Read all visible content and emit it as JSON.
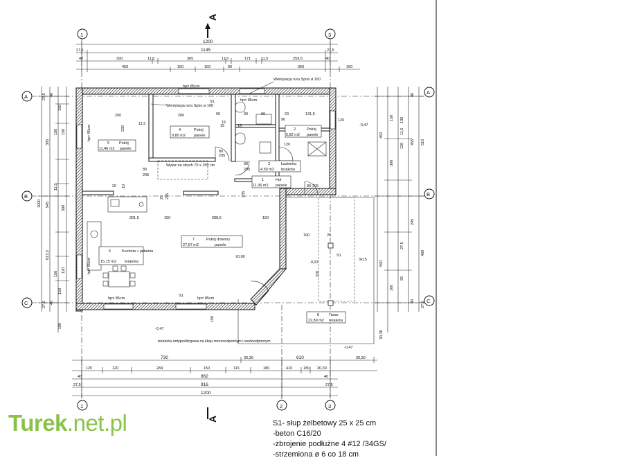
{
  "section_marker": "A",
  "axes": {
    "a": "A",
    "b": "B",
    "c": "C",
    "n1": "1",
    "n2": "2",
    "n3": "3"
  },
  "dims_top": {
    "row1": "1200",
    "row2": [
      "27,5",
      "1145",
      "27,5"
    ],
    "row3": [
      "40",
      "290",
      "11,5",
      "365",
      "11,5",
      "171",
      "11,5",
      "259,5",
      "40"
    ],
    "row4": [
      "450",
      "150",
      "160",
      "90",
      "350",
      "160"
    ]
  },
  "dims_bottom": {
    "row1": [
      "120",
      "120",
      "284",
      "150",
      "116",
      "180",
      "410",
      "180",
      "30,30"
    ],
    "row2": [
      "40",
      "862",
      "40"
    ],
    "row3": [
      "27,5",
      "916",
      "27,5"
    ],
    "row4": "1200",
    "mid": [
      "730",
      "30,30",
      "610",
      "30,30"
    ]
  },
  "dims_left": {
    "outer": "1000",
    "b1": [
      "395",
      "945",
      "613,5"
    ],
    "b2": [
      "150",
      "150",
      "11,5",
      "300",
      "120",
      "150"
    ],
    "small": [
      "27,5",
      "40",
      "110",
      "27,5",
      "40",
      "150",
      "180"
    ]
  },
  "dims_right": {
    "b1": [
      "450",
      "300",
      "150",
      "590",
      "160"
    ],
    "b2": [
      "510",
      "456",
      "245",
      "480",
      "130",
      "120"
    ],
    "small": [
      "27,5",
      "40",
      "11,5",
      "26",
      "40",
      "27,5",
      "30,30"
    ]
  },
  "rooms": [
    {
      "num": "5",
      "area": "11,46 m2",
      "name": "Pokój",
      "finish": "panele"
    },
    {
      "num": "4",
      "area": "9,80 m2",
      "name": "Pokój",
      "finish": "panele"
    },
    {
      "num": "2",
      "area": "5,82 m2",
      "name": "Pokój",
      "finish": "panele"
    },
    {
      "num": "3",
      "area": "4,59 m2",
      "name": "Łazienka",
      "finish": "terakota"
    },
    {
      "num": "1",
      "area": "11,36 m2",
      "name": "Hol",
      "finish": "panele"
    },
    {
      "num": "7",
      "area": "27,57 m2",
      "name": "Pokój dzienny",
      "finish": "panele"
    },
    {
      "num": "6",
      "area": "15,15 m2",
      "name": "Kuchnia + jadalnia",
      "finish": "terakota"
    },
    {
      "num": "8",
      "area": "22,89 m2",
      "name": "Taras",
      "finish": "terakota"
    }
  ],
  "annotations": {
    "vent1": "Wentylacja rura Spiro ø 160",
    "vent2": "Wentylacja rura Spiro ø 160",
    "hp85_1": "hp= 85cm",
    "hp85_2": "hp= 85cm",
    "hp85_3": "hp= 85cm",
    "hp85_4": "hp= 85cm",
    "hp85_5": "hp= 85cm",
    "hp85_6": "hp= 85cm",
    "s1_1": "S1",
    "s1_2": "S1",
    "s1_3": "S1",
    "attic": "Wyłaz na strych 70 x 150 cm",
    "level0": "±0,00",
    "lvl_047a": "-0,47",
    "lvl_047b": "-0,47",
    "lvl_047c": "-0,47",
    "lvl_002": "-0,02",
    "terrace_note": "terakota antypoślizgowa na kleju mrozoodpornym i wodoodpornym",
    "post": "3x15"
  },
  "inner_dims": [
    "290",
    "260",
    "90",
    "90",
    "23",
    "131,5",
    "11,5",
    "15",
    "90",
    "66",
    "15",
    "120",
    "80",
    "205",
    "80",
    "205",
    "90",
    "205",
    "301,5",
    "150",
    "288,5",
    "150",
    "190",
    "25",
    "220",
    "80",
    "205",
    "230",
    "120",
    "15",
    "20",
    "10",
    "25",
    "235",
    "150",
    "235"
  ],
  "notes": [
    "S1- słup żelbetowy 25 x 25 cm",
    "-beton C16/20",
    "-zbrojenie podłużne 4 #12 /34GS/",
    "-strzemiona ø 6 co 18 cm"
  ],
  "watermark": {
    "brand": "Turek",
    "domain": ".net.pl"
  }
}
